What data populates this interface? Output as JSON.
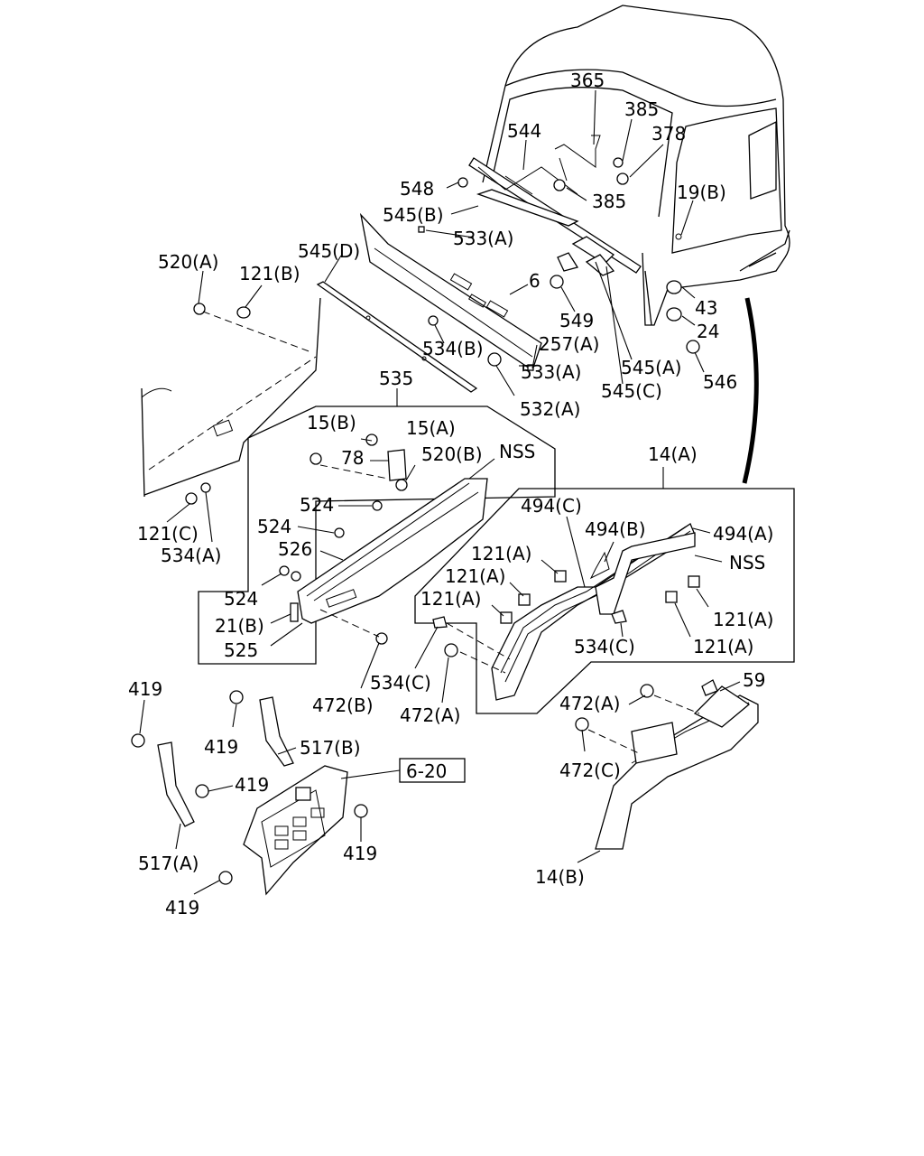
{
  "labels": {
    "l365": "365",
    "l385a": "385",
    "l378": "378",
    "l544": "544",
    "l548": "548",
    "l385b": "385",
    "l19b": "19(B)",
    "l545b": "545(B)",
    "l533a_top": "533(A)",
    "l545d": "545(D)",
    "l520a": "520(A)",
    "l121b": "121(B)",
    "l6": "6",
    "l43": "43",
    "l549": "549",
    "l24": "24",
    "l534b": "534(B)",
    "l257a": "257(A)",
    "l545a": "545(A)",
    "l546": "546",
    "l533a_bot": "533(A)",
    "l545c": "545(C)",
    "l532a": "532(A)",
    "l535": "535",
    "l15b": "15(B)",
    "l15a": "15(A)",
    "l78": "78",
    "l520b": "520(B)",
    "lnss1": "NSS",
    "l14a": "14(A)",
    "l524a": "524",
    "l524b": "524",
    "l526": "526",
    "l524c": "524",
    "l21b": "21(B)",
    "l525": "525",
    "l121c": "121(C)",
    "l534a": "534(A)",
    "l494c": "494(C)",
    "l494b": "494(B)",
    "l494a": "494(A)",
    "lnss2": "NSS",
    "l121a1": "121(A)",
    "l121a2": "121(A)",
    "l121a3": "121(A)",
    "l121a4": "121(A)",
    "l121a5": "121(A)",
    "l534c_r": "534(C)",
    "l534c_l": "534(C)",
    "l472b": "472(B)",
    "l472a_l": "472(A)",
    "l472a_r": "472(A)",
    "l59": "59",
    "l472c": "472(C)",
    "l14b": "14(B)",
    "l419a": "419",
    "l419b": "419",
    "l419c": "419",
    "l419d": "419",
    "l419e": "419",
    "l517b": "517(B)",
    "l517a": "517(A)",
    "l620": "6-20"
  }
}
